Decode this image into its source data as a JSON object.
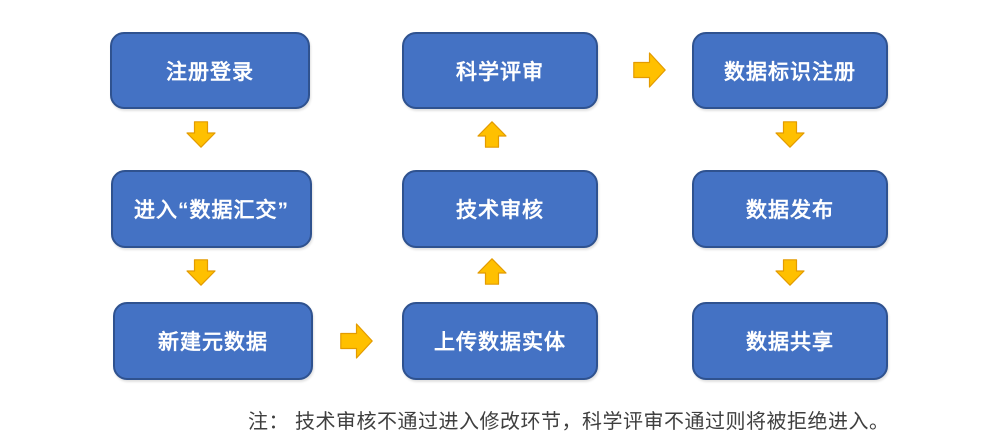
{
  "flowchart": {
    "boxes": [
      {
        "id": "register-login",
        "label": "注册登录"
      },
      {
        "id": "enter-data-submission",
        "label": "进入“数据汇交”"
      },
      {
        "id": "create-metadata",
        "label": "新建元数据"
      },
      {
        "id": "upload-data-entity",
        "label": "上传数据实体"
      },
      {
        "id": "technical-audit",
        "label": "技术审核"
      },
      {
        "id": "scientific-review",
        "label": "科学评审"
      },
      {
        "id": "data-id-registration",
        "label": "数据标识注册"
      },
      {
        "id": "data-publish",
        "label": "数据发布"
      },
      {
        "id": "data-sharing",
        "label": "数据共享"
      }
    ],
    "note": "注： 技术审核不通过进入修改环节，科学评审不通过则将被拒绝进入。",
    "colors": {
      "box_fill": "#4472C4",
      "box_border": "#2F528F",
      "box_text": "#FFFFFF",
      "arrow_fill": "#FFC000",
      "arrow_border": "#E39B00",
      "note_text": "#3F3F3F"
    }
  }
}
